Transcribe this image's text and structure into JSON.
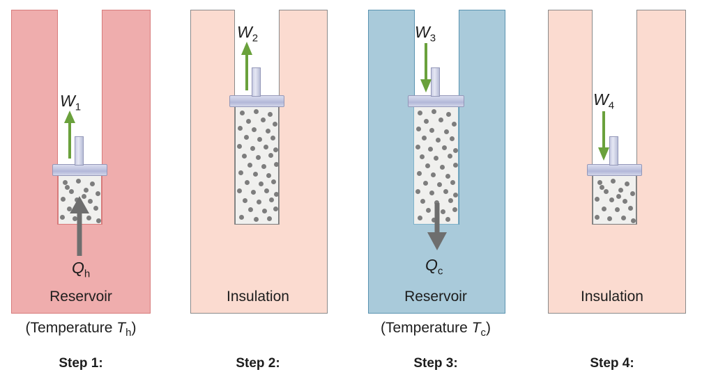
{
  "figure": {
    "title_visible": false,
    "colors": {
      "hot_reservoir_fill": "#efadad",
      "hot_reservoir_border": "#d77b7b",
      "cold_reservoir_fill": "#a9cada",
      "cold_reservoir_border": "#5a93b0",
      "insulation_fill": "#fbdbd0",
      "insulation_border": "#8a8a8a",
      "gas_fill": "#f0f0ee",
      "gas_molecule": "#7d7d7d",
      "piston_fill": "#c3c8e2",
      "work_arrow": "#6aa13c",
      "heat_arrow": "#6e6e6e",
      "text": "#1d1d1d"
    }
  },
  "panels": [
    {
      "id": "step-1",
      "step_label": "Step 1:",
      "block_type": "reservoir",
      "block_label": "Reservoir",
      "temperature_label_prefix": "(Temperature ",
      "temperature_symbol": "T",
      "temperature_subscript": "h",
      "temperature_label_suffix": ")",
      "work_symbol": "W",
      "work_subscript": "1",
      "work_direction": "up",
      "heat_symbol": "Q",
      "heat_subscript": "h",
      "heat_direction": "into-gas-upward",
      "gas_state": "compressed-low",
      "piston_position": "low"
    },
    {
      "id": "step-2",
      "step_label": "Step 2:",
      "block_type": "insulation",
      "block_label": "Insulation",
      "temperature_label_prefix": null,
      "temperature_symbol": null,
      "temperature_subscript": null,
      "temperature_label_suffix": null,
      "work_symbol": "W",
      "work_subscript": "2",
      "work_direction": "up",
      "heat_symbol": null,
      "heat_subscript": null,
      "heat_direction": "none",
      "gas_state": "expanded-tall",
      "piston_position": "high"
    },
    {
      "id": "step-3",
      "step_label": "Step 3:",
      "block_type": "reservoir",
      "block_label": "Reservoir",
      "temperature_label_prefix": "(Temperature ",
      "temperature_symbol": "T",
      "temperature_subscript": "c",
      "temperature_label_suffix": ")",
      "work_symbol": "W",
      "work_subscript": "3",
      "work_direction": "down",
      "heat_symbol": "Q",
      "heat_subscript": "c",
      "heat_direction": "out-of-gas-downward",
      "gas_state": "expanded-tall",
      "piston_position": "high"
    },
    {
      "id": "step-4",
      "step_label": "Step 4:",
      "block_type": "insulation",
      "block_label": "Insulation",
      "temperature_label_prefix": null,
      "temperature_symbol": null,
      "temperature_subscript": null,
      "temperature_label_suffix": null,
      "work_symbol": "W",
      "work_subscript": "4",
      "work_direction": "down",
      "heat_symbol": null,
      "heat_subscript": null,
      "heat_direction": "none",
      "gas_state": "compressed-low",
      "piston_position": "low"
    }
  ]
}
